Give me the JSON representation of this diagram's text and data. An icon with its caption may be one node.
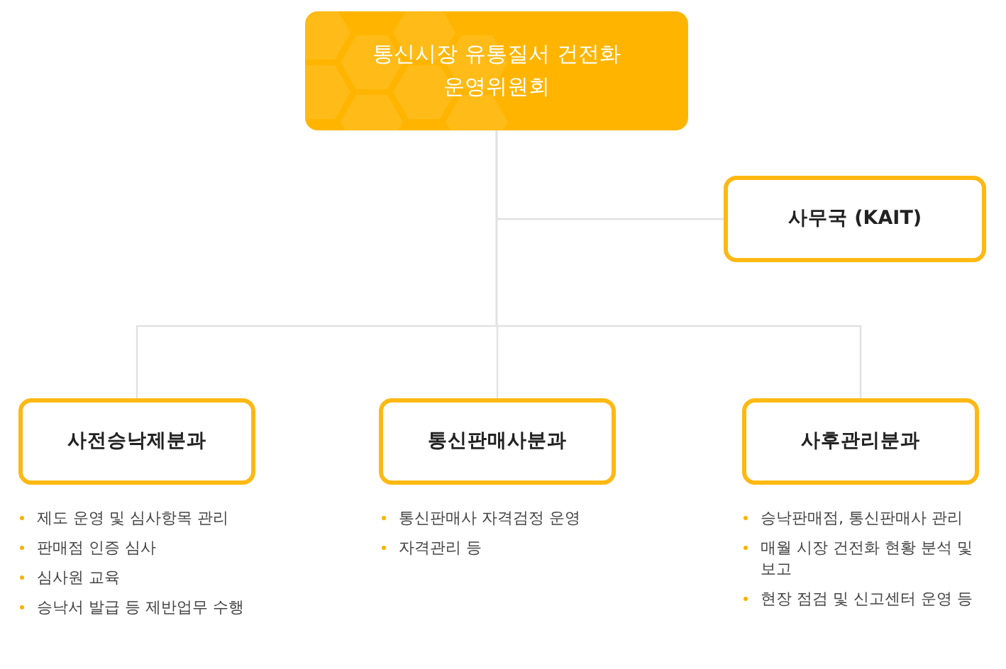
{
  "diagram": {
    "nodes": [
      {
        "text": [
          "통신시장 유통질서 건전화 운영위원회"
        ]
      },
      {
        "text": [
          "사무국 (KAIT)"
        ]
      },
      {
        "text": [
          "사전승낙제분과"
        ],
        "beside": [
          "제도 운영 및 심사항목 관리",
          "판매점 인증 심사",
          "심사원 교육",
          "승낙서 발급 등 제반업무 수행"
        ]
      },
      {
        "text": [
          "통신판매사분과"
        ],
        "beside": [
          "통신판매사 자격검정  운영",
          "자격관리 등"
        ]
      },
      {
        "text": [
          "사후관리분과"
        ],
        "beside": [
          "승낙판매점, 통신판매사 관리",
          "매월 시장 건전화 현황 분석 및 보고",
          "현장 점검 및 신고센터 운영 등"
        ]
      }
    ],
    "edges": [
      {
        "from": 0,
        "to": 1,
        "arrow": "none"
      },
      {
        "from": 0,
        "to": 2,
        "arrow": "none"
      },
      {
        "from": 0,
        "to": 3,
        "arrow": "none"
      },
      {
        "from": 0,
        "to": 4,
        "arrow": "none"
      }
    ]
  }
}
